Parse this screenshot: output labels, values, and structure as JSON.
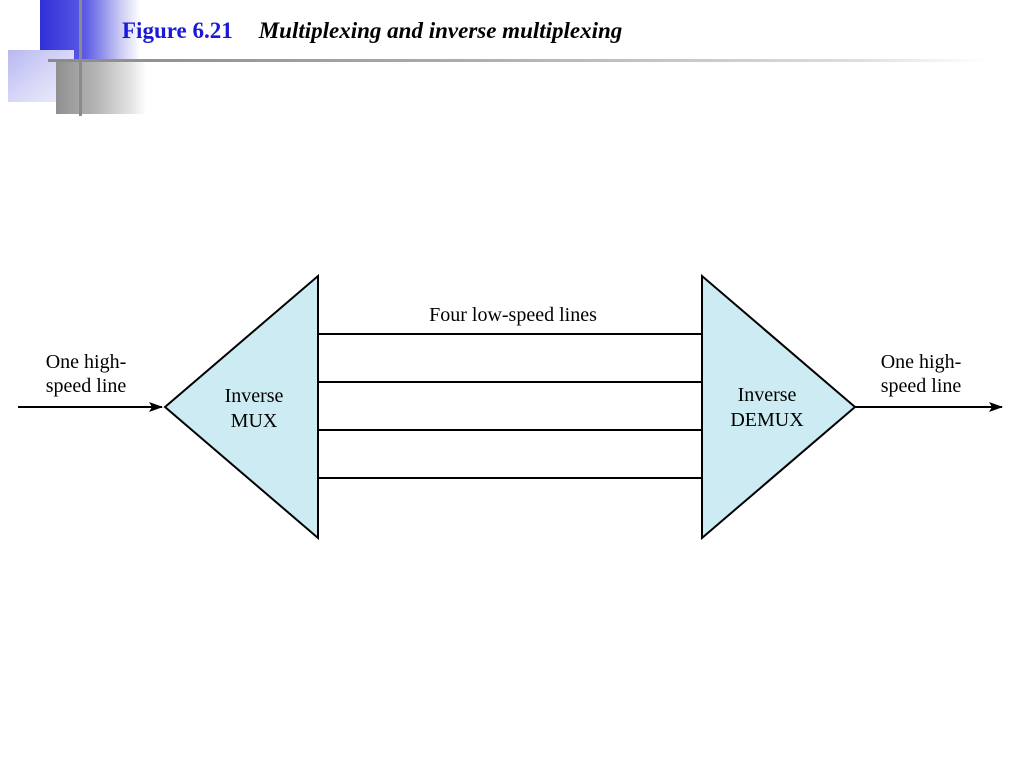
{
  "header": {
    "figure_label": "Figure 6.21",
    "figure_title": "Multiplexing and inverse multiplexing"
  },
  "diagram": {
    "lines_label": "Four low-speed lines",
    "input": {
      "line1": "One high-",
      "line2": "speed line"
    },
    "output": {
      "line1": "One high-",
      "line2": "speed line"
    },
    "mux": {
      "line1": "Inverse",
      "line2": "MUX"
    },
    "demux": {
      "line1": "Inverse",
      "line2": "DEMUX"
    },
    "low_speed_line_count": 4
  },
  "colors": {
    "device_fill": "#cdebf2",
    "title_label": "#1a1ad6",
    "accent_blue": "#3030d8"
  }
}
